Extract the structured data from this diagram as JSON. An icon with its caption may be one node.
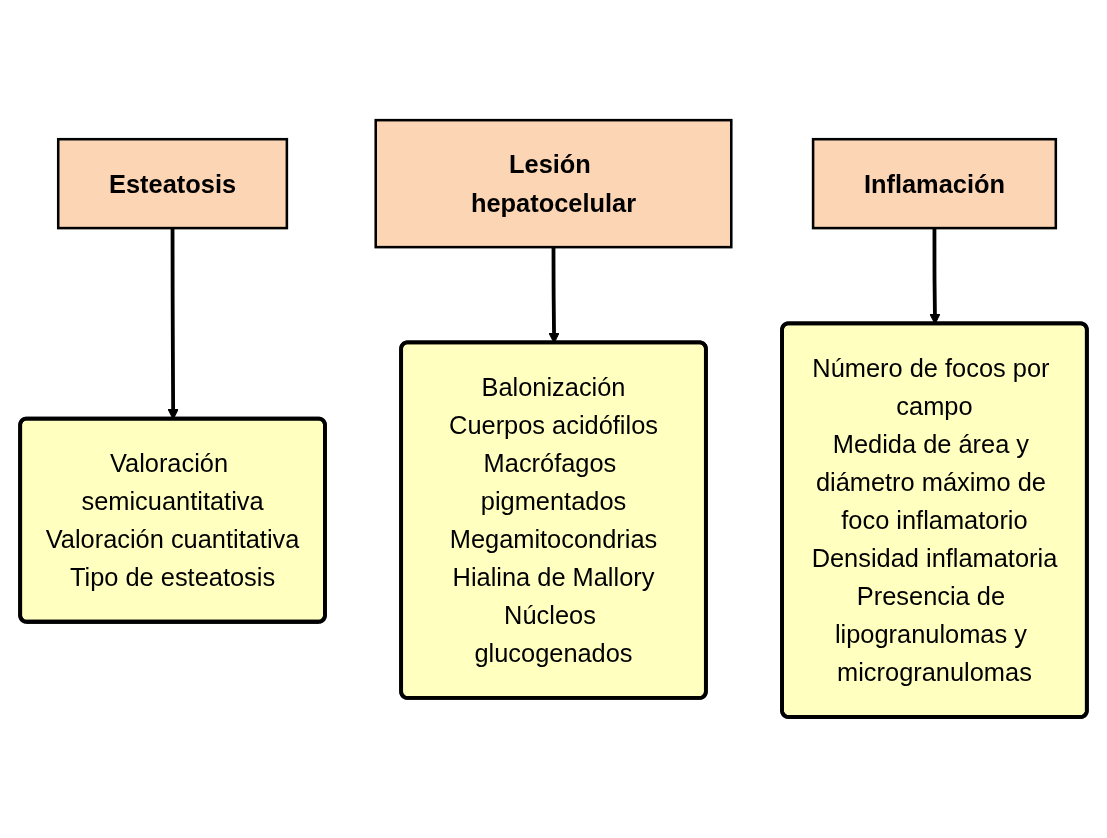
{
  "diagram": {
    "nodes": [
      {
        "text": [
          "Esteatosis"
        ]
      },
      {
        "text": [
          "Lesión hepatocelular"
        ]
      },
      {
        "text": [
          "Valoración semicuantitativa",
          "Valoración cuantitativa",
          "Tipo de esteatosis"
        ]
      },
      {
        "text": [
          "Balonización",
          "Cuerpos acidófilos",
          "Macrófagos pigmentados",
          "Megamitocondrias",
          "Hialina de Mallory",
          "Núcleos glucogenados"
        ]
      },
      {
        "text": [
          "Inflamación"
        ]
      },
      {
        "text": [
          "Número de focos por campo",
          "Medida de área y diámetro máximo de foco inflamatorio",
          "Densidad inflamatoria",
          "Presencia de lipogranulomas y microgranulomas"
        ]
      }
    ],
    "edges": [
      {
        "from": 0,
        "to": 2,
        "arrow": "to"
      },
      {
        "from": 1,
        "to": 3,
        "arrow": "to"
      },
      {
        "from": 4,
        "to": 5,
        "arrow": "to"
      }
    ]
  }
}
